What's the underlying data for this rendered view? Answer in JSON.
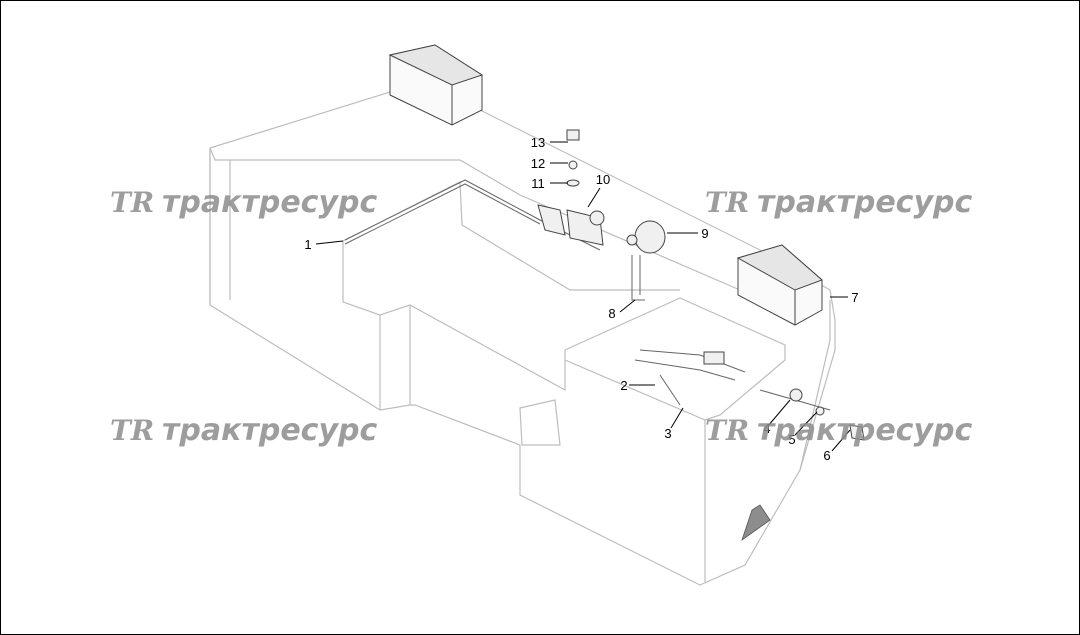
{
  "watermark": {
    "brand": "трактресурс",
    "logo": "TR"
  },
  "callouts": [
    {
      "id": "1",
      "label": "1"
    },
    {
      "id": "2",
      "label": "2"
    },
    {
      "id": "3",
      "label": "3"
    },
    {
      "id": "4",
      "label": "4"
    },
    {
      "id": "5",
      "label": "5"
    },
    {
      "id": "6",
      "label": "6"
    },
    {
      "id": "7",
      "label": "7"
    },
    {
      "id": "8",
      "label": "8"
    },
    {
      "id": "9",
      "label": "9"
    },
    {
      "id": "10",
      "label": "10"
    },
    {
      "id": "11",
      "label": "11"
    },
    {
      "id": "12",
      "label": "12"
    },
    {
      "id": "13",
      "label": "13"
    }
  ],
  "colors": {
    "outline": "#b8b8b8",
    "detail": "#555555",
    "watermark": "#8c8c8c"
  }
}
